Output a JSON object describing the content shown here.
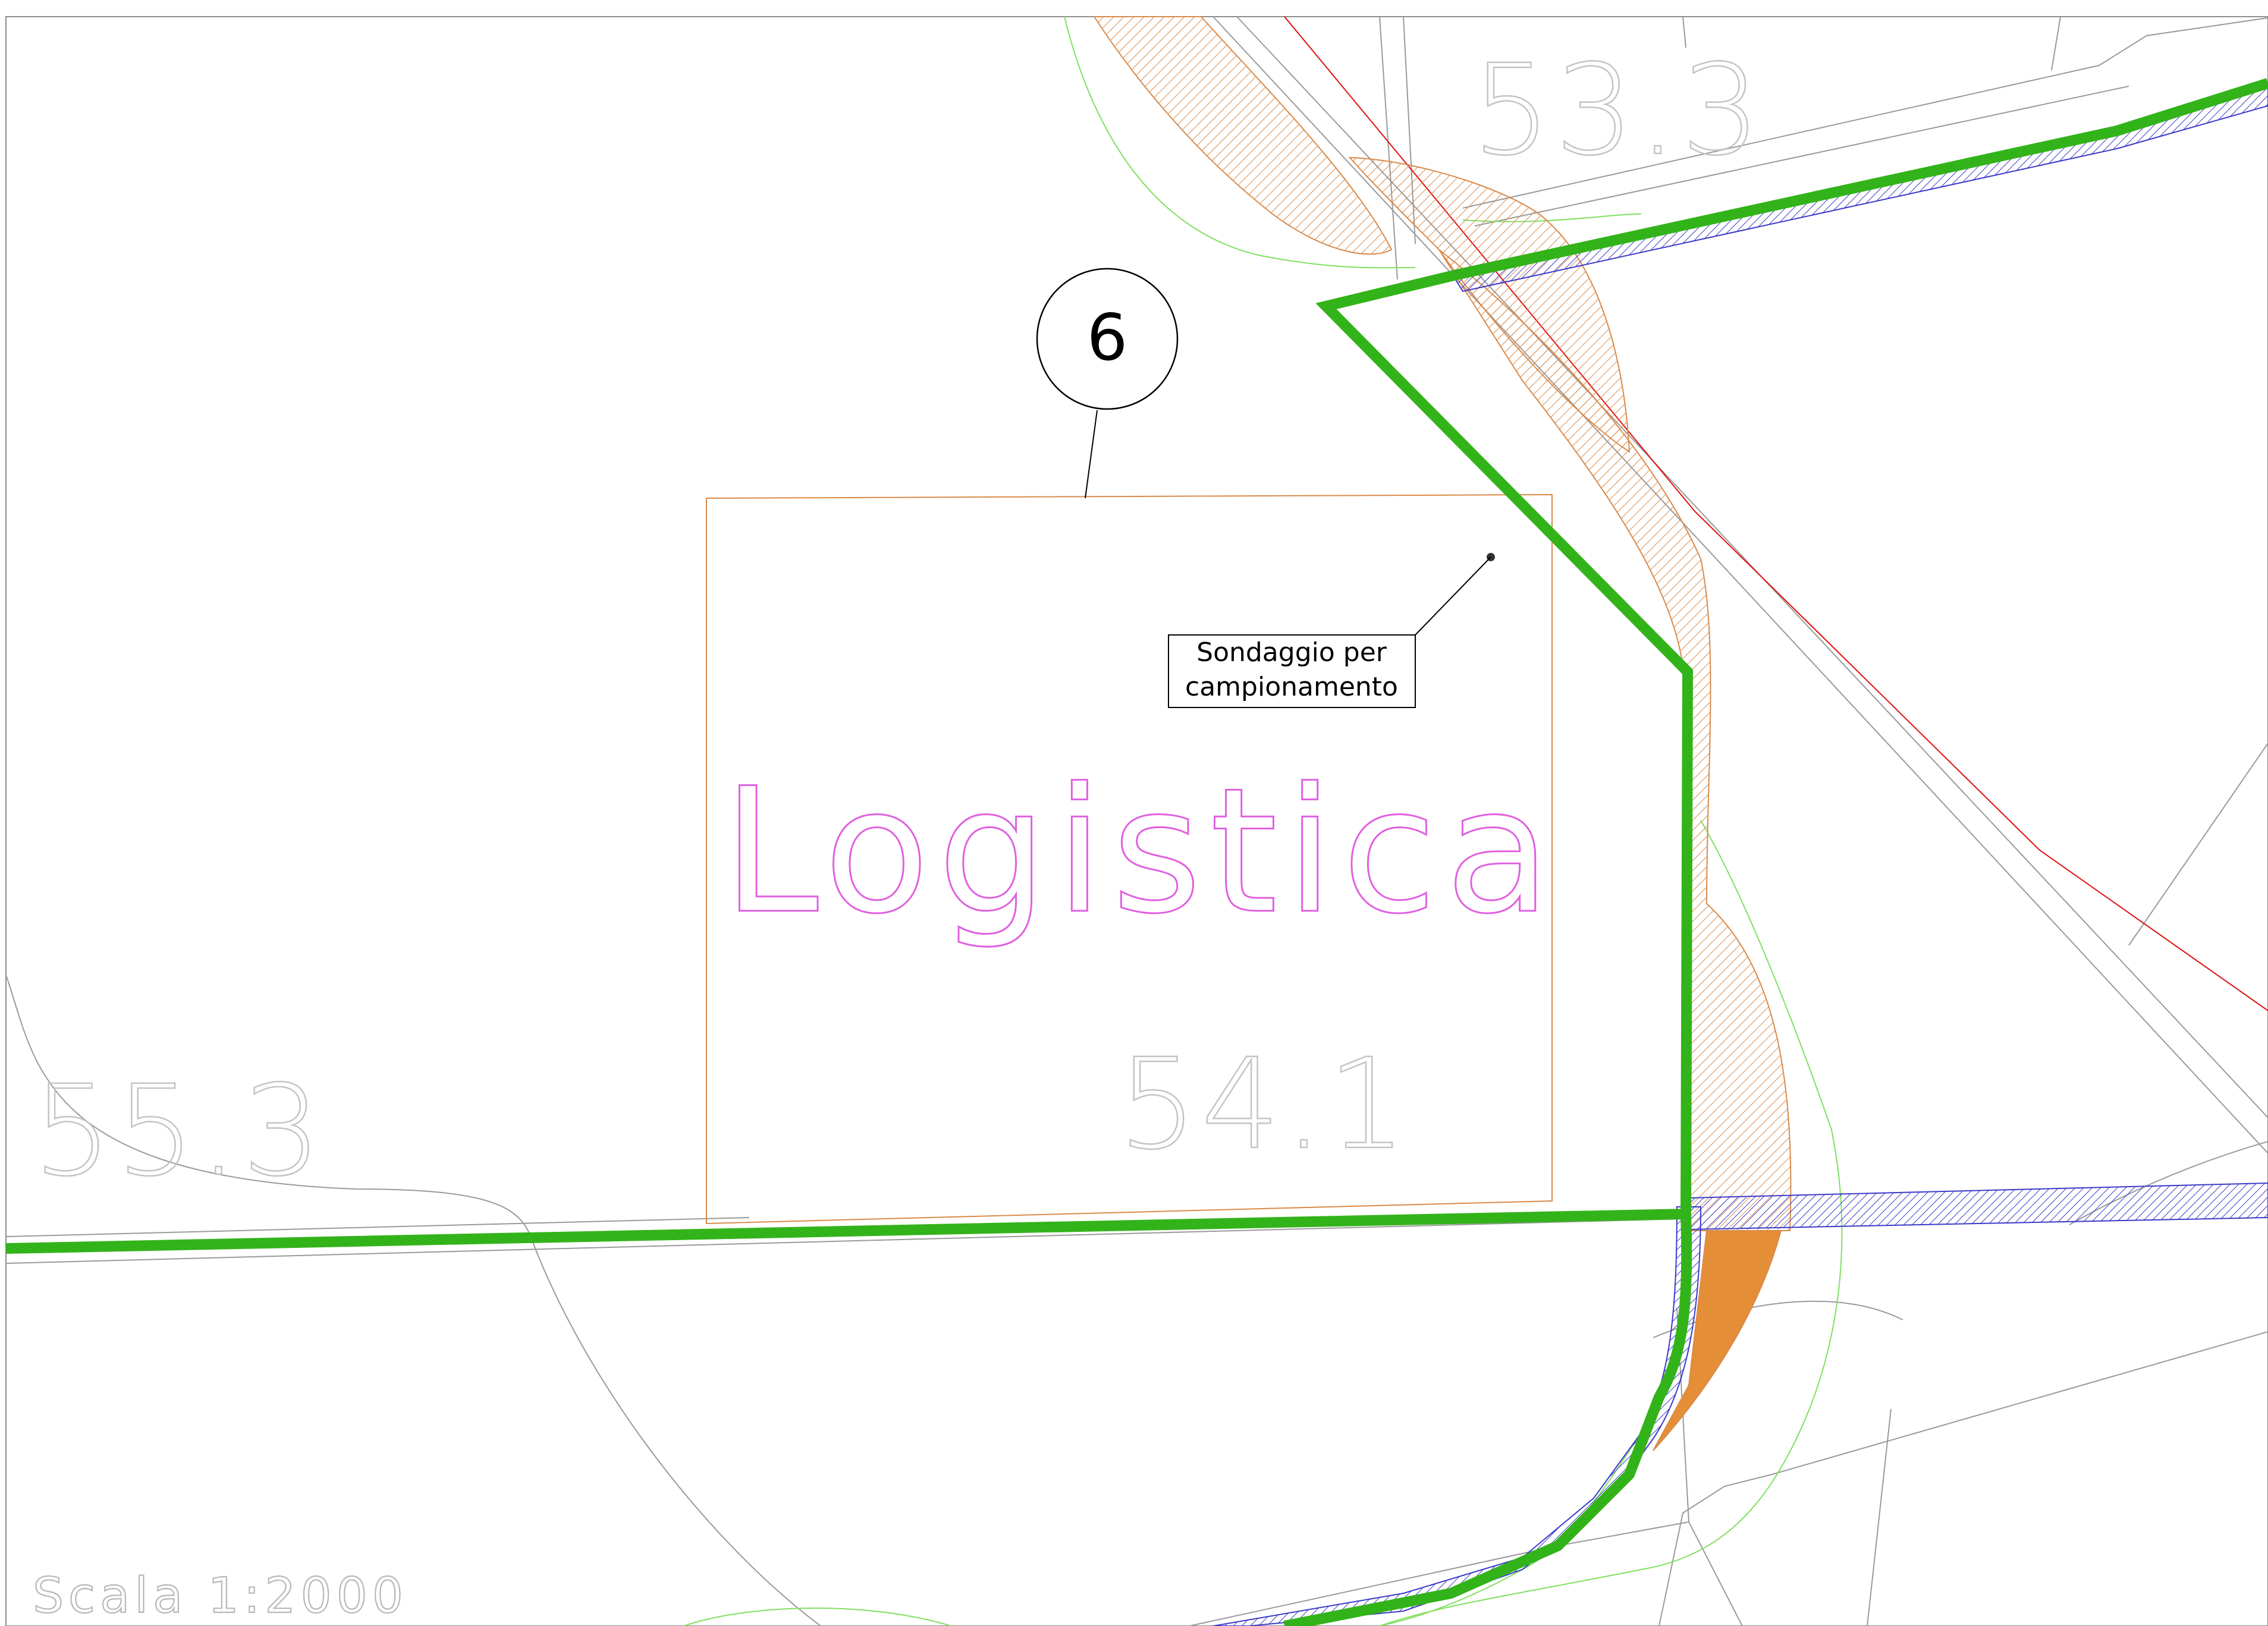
{
  "map": {
    "elevation_labels": [
      "53.3",
      "54.1",
      "55.3"
    ],
    "zone_label": "Logistica",
    "area_number": "6",
    "note": {
      "line1": "Sondaggio per",
      "line2": "campionamento"
    },
    "scale_label": "Scala  1:2000"
  },
  "colors": {
    "route": "#33b31a",
    "hatch_orange": "#d98a4a",
    "fill_orange": "#e58e38",
    "hatch_blue": "#3a3ac8",
    "red_line": "#e01010",
    "green_thin": "#80e060",
    "grey_line": "#9a9a9a",
    "zone_text": "#e060e0"
  }
}
